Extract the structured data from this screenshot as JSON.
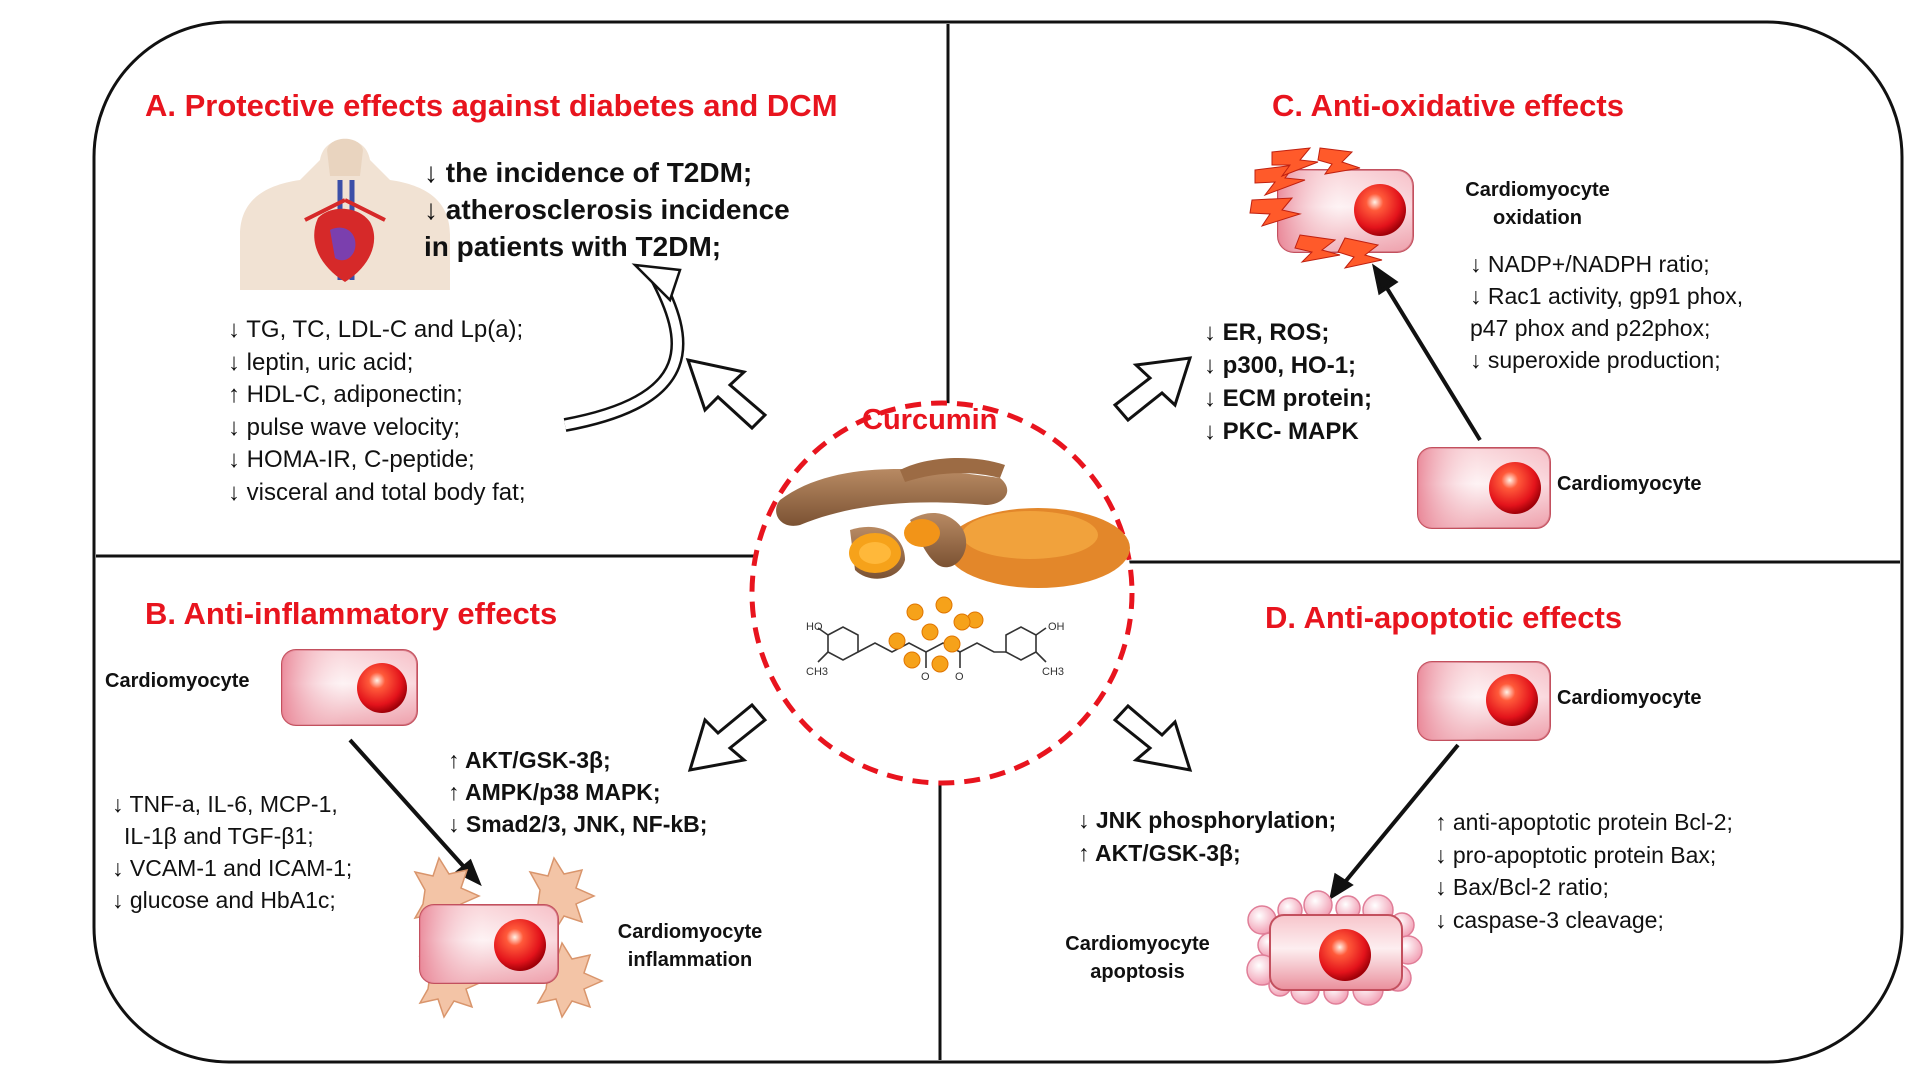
{
  "center": {
    "title": "Curcumin"
  },
  "panel_a": {
    "title": "A. Protective effects against diabetes and DCM",
    "headline": [
      "↓ the incidence of T2DM;",
      "↓ atherosclerosis incidence",
      "in patients with T2DM;"
    ],
    "list": [
      "↓ TG, TC, LDL-C and Lp(a);",
      "↓ leptin, uric acid;",
      "↑ HDL-C, adiponectin;",
      "↓ pulse wave velocity;",
      "↓ HOMA-IR, C-peptide;",
      "↓ visceral and total body fat;"
    ]
  },
  "panel_b": {
    "title": "B. Anti-inflammatory effects",
    "cell_label": "Cardiomyocyte",
    "pathways": [
      "↑ AKT/GSK-3β;",
      "↑ AMPK/p38 MAPK;",
      "↓ Smad2/3, JNK, NF-kB;"
    ],
    "list": [
      "↓ TNF-a, IL-6, MCP-1,",
      "IL-1β and TGF-β1;",
      "↓ VCAM-1 and ICAM-1;",
      "↓ glucose and HbA1c;"
    ],
    "result_label": [
      "Cardiomyocyte",
      "inflammation"
    ]
  },
  "panel_c": {
    "title": "C. Anti-oxidative effects",
    "result_label": [
      "Cardiomyocyte",
      "oxidation"
    ],
    "list": [
      "↓ NADP+/NADPH ratio;",
      "↓ Rac1 activity, gp91 phox,",
      "p47 phox and p22phox;",
      "↓ superoxide production;"
    ],
    "pathways": [
      "↓ ER, ROS;",
      "↓ p300, HO-1;",
      "↓ ECM protein;",
      "↓ PKC- MAPK"
    ],
    "cell_label": "Cardiomyocyte"
  },
  "panel_d": {
    "title": "D. Anti-apoptotic effects",
    "cell_label": "Cardiomyocyte",
    "pathways": [
      "↓ JNK phosphorylation;",
      "↑ AKT/GSK-3β;"
    ],
    "list": [
      "↑ anti-apoptotic protein Bcl-2;",
      "↓ pro-apoptotic protein Bax;",
      "↓ Bax/Bcl-2 ratio;",
      "↓ caspase-3 cleavage;"
    ],
    "result_label": [
      "Cardiomyocyte",
      "apoptosis"
    ]
  },
  "molecule_labels": {
    "ho_left": "HO",
    "oh_right": "OH",
    "ch3_left": "CH3",
    "ch3_right": "CH3",
    "o_left": "O",
    "o_right": "O"
  },
  "colors": {
    "title_red": "#e8141e",
    "cell_fill": "#f2aab4",
    "nucleus": "#e3131b",
    "border": "#111111"
  }
}
